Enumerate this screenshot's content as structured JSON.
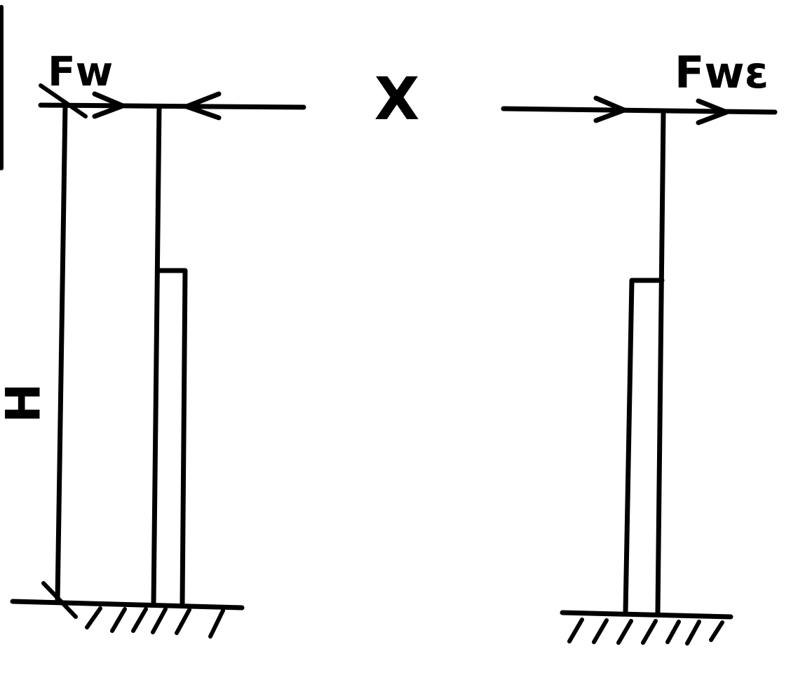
{
  "diagram": {
    "left_force_label": "Fw",
    "height_label": "H",
    "operator_label": "X",
    "right_force_label": "Fwε"
  },
  "colors": {
    "ink": "#000000",
    "background": "#ffffff"
  }
}
